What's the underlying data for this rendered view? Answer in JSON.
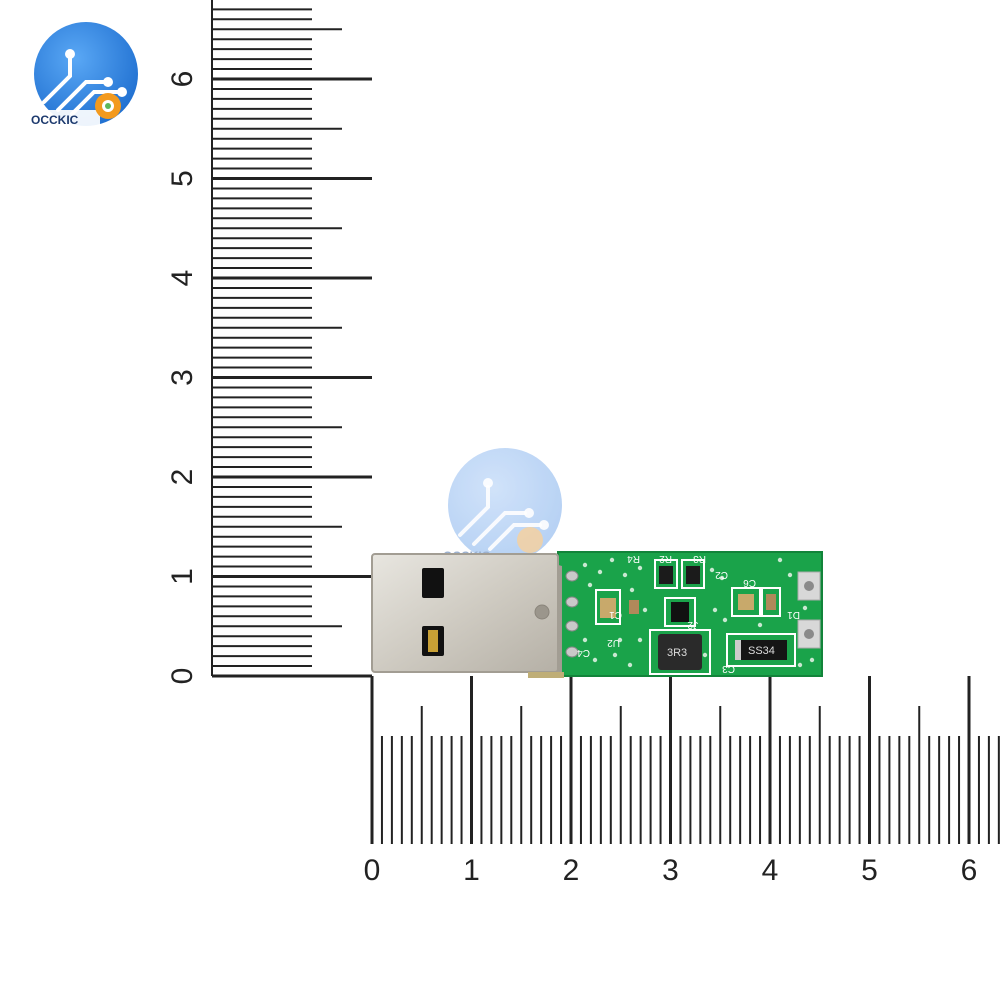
{
  "logo": {
    "brand": "OCCKIC",
    "color": "#2f86e6",
    "icon": "circuit-logo-icon"
  },
  "watermark": {
    "brand": "OCCKIC",
    "icon": "circuit-logo-icon"
  },
  "vertical_ruler": {
    "labels": [
      "0",
      "1",
      "2",
      "3",
      "4",
      "5",
      "6"
    ],
    "unit": "cm"
  },
  "horizontal_ruler": {
    "labels": [
      "0",
      "1",
      "2",
      "3",
      "4",
      "5",
      "6"
    ],
    "unit": "cm"
  },
  "board": {
    "color": "#1aa34a",
    "silkscreen": [
      "R4",
      "R2",
      "R3",
      "C2",
      "C6",
      "C1",
      "C4",
      "U2",
      "J2",
      "D1",
      "C3"
    ],
    "inductor_marking": "3R3",
    "diode_marking": "SS34",
    "usb_connector": "usb-a-plug"
  }
}
